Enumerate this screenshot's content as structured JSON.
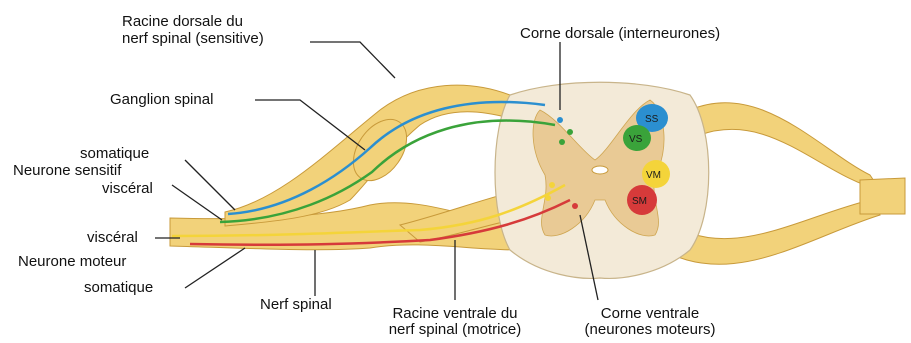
{
  "labels": {
    "racine_dorsale_l1": "Racine dorsale du",
    "racine_dorsale_l2": "nerf spinal (sensitive)",
    "corne_dorsale": "Corne dorsale (interneurones)",
    "ganglion": "Ganglion spinal",
    "somatique_sens": "somatique",
    "neurone_sensitif": "Neurone sensitif",
    "visceral_sens": "viscéral",
    "visceral_mot": "viscéral",
    "neurone_moteur": "Neurone moteur",
    "somatique_mot": "somatique",
    "nerf_spinal": "Nerf spinal",
    "racine_ventrale_l1": "Racine ventrale du",
    "racine_ventrale_l2": "nerf spinal (motrice)",
    "corne_ventrale_l1": "Corne ventrale",
    "corne_ventrale_l2": "(neurones moteurs)"
  },
  "zones": {
    "ss": "SS",
    "vs": "VS",
    "vm": "VM",
    "sm": "SM"
  },
  "colors": {
    "nerve": "#f2d27a",
    "nerve_edge": "#c89a3a",
    "white_matter": "#f3ead8",
    "grey_matter": "#e8c58a",
    "somatic_sensory": "#2b8fd0",
    "visceral_sensory": "#3aa33a",
    "visceral_motor": "#f4d43a",
    "somatic_motor": "#d63a3a",
    "leader": "#222222"
  }
}
